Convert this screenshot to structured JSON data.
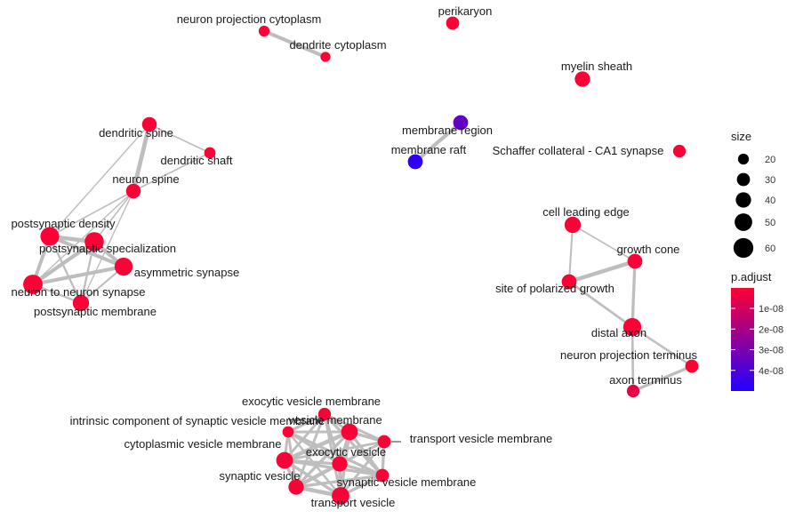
{
  "network": {
    "nodes": [
      {
        "id": "neuron_projection_cytoplasm",
        "label": "neuron projection cytoplasm",
        "size": 20,
        "p_adjust": 5e-10
      },
      {
        "id": "dendrite_cytoplasm",
        "label": "dendrite cytoplasm",
        "size": 16,
        "p_adjust": 5e-10
      },
      {
        "id": "perikaryon",
        "label": "perikaryon",
        "size": 30,
        "p_adjust": 5e-10
      },
      {
        "id": "myelin_sheath",
        "label": "myelin sheath",
        "size": 40,
        "p_adjust": 5e-10
      },
      {
        "id": "dendritic_spine",
        "label": "dendritic spine",
        "size": 37,
        "p_adjust": 5e-10
      },
      {
        "id": "dendritic_shaft",
        "label": "dendritic shaft",
        "size": 22,
        "p_adjust": 5e-10
      },
      {
        "id": "neuron_spine",
        "label": "neuron spine",
        "size": 37,
        "p_adjust": 5e-10
      },
      {
        "id": "membrane_region",
        "label": "membrane region",
        "size": 38,
        "p_adjust": 3.5e-08
      },
      {
        "id": "membrane_raft",
        "label": "membrane raft",
        "size": 38,
        "p_adjust": 4.7e-08
      },
      {
        "id": "schaffer_collateral",
        "label": "Schaffer collateral - CA1 synapse",
        "size": 28,
        "p_adjust": 5e-10
      },
      {
        "id": "postsynaptic_density",
        "label": "postsynaptic density",
        "size": 55,
        "p_adjust": 5e-10
      },
      {
        "id": "postsynaptic_specialization",
        "label": "postsynaptic specialization",
        "size": 57,
        "p_adjust": 5e-10
      },
      {
        "id": "asymmetric_synapse",
        "label": "asymmetric synapse",
        "size": 52,
        "p_adjust": 5e-10
      },
      {
        "id": "neuron_to_neuron_synapse",
        "label": "neuron to neuron synapse",
        "size": 58,
        "p_adjust": 5e-10
      },
      {
        "id": "postsynaptic_membrane",
        "label": "postsynaptic membrane",
        "size": 44,
        "p_adjust": 5e-10
      },
      {
        "id": "cell_leading_edge",
        "label": "cell leading edge",
        "size": 44,
        "p_adjust": 5e-10
      },
      {
        "id": "growth_cone",
        "label": "growth cone",
        "size": 38,
        "p_adjust": 5e-10
      },
      {
        "id": "site_of_polarized_growth",
        "label": "site of polarized growth",
        "size": 38,
        "p_adjust": 5e-10
      },
      {
        "id": "distal_axon",
        "label": "distal axon",
        "size": 52,
        "p_adjust": 5e-10
      },
      {
        "id": "neuron_projection_terminus",
        "label": "neuron projection terminus",
        "size": 30,
        "p_adjust": 5e-10
      },
      {
        "id": "axon_terminus",
        "label": "axon terminus",
        "size": 28,
        "p_adjust": 5e-09
      },
      {
        "id": "exocytic_vesicle_membrane",
        "label": "exocytic vesicle membrane",
        "size": 28,
        "p_adjust": 5e-10
      },
      {
        "id": "intrinsic_component_svm",
        "label": "intrinsic component of synaptic vesicle membrane",
        "size": 22,
        "p_adjust": 5e-10
      },
      {
        "id": "vesicle_membrane",
        "label": "vesicle membrane",
        "size": 46,
        "p_adjust": 5e-10
      },
      {
        "id": "transport_vesicle_membrane",
        "label": "transport vesicle membrane",
        "size": 30,
        "p_adjust": 5e-10
      },
      {
        "id": "cytoplasmic_vesicle_membrane",
        "label": "cytoplasmic vesicle membrane",
        "size": 46,
        "p_adjust": 5e-10
      },
      {
        "id": "exocytic_vesicle",
        "label": "exocytic vesicle",
        "size": 40,
        "p_adjust": 5e-10
      },
      {
        "id": "synaptic_vesicle",
        "label": "synaptic vesicle",
        "size": 40,
        "p_adjust": 5e-10
      },
      {
        "id": "synaptic_vesicle_membrane",
        "label": "synaptic vesicle membrane",
        "size": 30,
        "p_adjust": 5e-10
      },
      {
        "id": "transport_vesicle",
        "label": "transport vesicle",
        "size": 50,
        "p_adjust": 5e-10
      }
    ],
    "edges": [
      {
        "source": "neuron_projection_cytoplasm",
        "target": "dendrite_cytoplasm",
        "weight": 0.8
      },
      {
        "source": "membrane_region",
        "target": "membrane_raft",
        "weight": 0.8
      },
      {
        "source": "dendritic_spine",
        "target": "neuron_spine",
        "weight": 0.95
      },
      {
        "source": "dendritic_spine",
        "target": "dendritic_shaft",
        "weight": 0.2
      },
      {
        "source": "neuron_spine",
        "target": "dendritic_shaft",
        "weight": 0.2
      },
      {
        "source": "dendritic_spine",
        "target": "postsynaptic_density",
        "weight": 0.15
      },
      {
        "source": "neuron_spine",
        "target": "postsynaptic_density",
        "weight": 0.2
      },
      {
        "source": "neuron_spine",
        "target": "postsynaptic_specialization",
        "weight": 0.2
      },
      {
        "source": "neuron_spine",
        "target": "neuron_to_neuron_synapse",
        "weight": 0.15
      },
      {
        "source": "neuron_spine",
        "target": "postsynaptic_membrane",
        "weight": 0.15
      },
      {
        "source": "postsynaptic_density",
        "target": "postsynaptic_specialization",
        "weight": 0.9
      },
      {
        "source": "postsynaptic_density",
        "target": "asymmetric_synapse",
        "weight": 0.8
      },
      {
        "source": "postsynaptic_density",
        "target": "neuron_to_neuron_synapse",
        "weight": 0.75
      },
      {
        "source": "postsynaptic_density",
        "target": "postsynaptic_membrane",
        "weight": 0.35
      },
      {
        "source": "postsynaptic_specialization",
        "target": "asymmetric_synapse",
        "weight": 0.8
      },
      {
        "source": "postsynaptic_specialization",
        "target": "neuron_to_neuron_synapse",
        "weight": 0.8
      },
      {
        "source": "postsynaptic_specialization",
        "target": "postsynaptic_membrane",
        "weight": 0.35
      },
      {
        "source": "asymmetric_synapse",
        "target": "neuron_to_neuron_synapse",
        "weight": 0.8
      },
      {
        "source": "asymmetric_synapse",
        "target": "postsynaptic_membrane",
        "weight": 0.3
      },
      {
        "source": "neuron_to_neuron_synapse",
        "target": "postsynaptic_membrane",
        "weight": 0.35
      },
      {
        "source": "cell_leading_edge",
        "target": "growth_cone",
        "weight": 0.2
      },
      {
        "source": "cell_leading_edge",
        "target": "site_of_polarized_growth",
        "weight": 0.3
      },
      {
        "source": "growth_cone",
        "target": "site_of_polarized_growth",
        "weight": 0.9
      },
      {
        "source": "growth_cone",
        "target": "distal_axon",
        "weight": 0.6
      },
      {
        "source": "site_of_polarized_growth",
        "target": "distal_axon",
        "weight": 0.45
      },
      {
        "source": "distal_axon",
        "target": "neuron_projection_terminus",
        "weight": 0.4
      },
      {
        "source": "distal_axon",
        "target": "axon_terminus",
        "weight": 0.45
      },
      {
        "source": "neuron_projection_terminus",
        "target": "axon_terminus",
        "weight": 0.6
      },
      {
        "source": "exocytic_vesicle_membrane",
        "target": "intrinsic_component_svm",
        "weight": 0.6
      },
      {
        "source": "exocytic_vesicle_membrane",
        "target": "vesicle_membrane",
        "weight": 0.5
      },
      {
        "source": "exocytic_vesicle_membrane",
        "target": "cytoplasmic_vesicle_membrane",
        "weight": 0.5
      },
      {
        "source": "exocytic_vesicle_membrane",
        "target": "exocytic_vesicle",
        "weight": 0.6
      },
      {
        "source": "exocytic_vesicle_membrane",
        "target": "synaptic_vesicle",
        "weight": 0.5
      },
      {
        "source": "exocytic_vesicle_membrane",
        "target": "synaptic_vesicle_membrane",
        "weight": 0.6
      },
      {
        "source": "exocytic_vesicle_membrane",
        "target": "transport_vesicle",
        "weight": 0.5
      },
      {
        "source": "exocytic_vesicle_membrane",
        "target": "transport_vesicle_membrane",
        "weight": 0.5
      },
      {
        "source": "intrinsic_component_svm",
        "target": "vesicle_membrane",
        "weight": 0.5
      },
      {
        "source": "intrinsic_component_svm",
        "target": "cytoplasmic_vesicle_membrane",
        "weight": 0.5
      },
      {
        "source": "intrinsic_component_svm",
        "target": "exocytic_vesicle",
        "weight": 0.5
      },
      {
        "source": "intrinsic_component_svm",
        "target": "synaptic_vesicle",
        "weight": 0.5
      },
      {
        "source": "intrinsic_component_svm",
        "target": "synaptic_vesicle_membrane",
        "weight": 0.6
      },
      {
        "source": "intrinsic_component_svm",
        "target": "transport_vesicle",
        "weight": 0.4
      },
      {
        "source": "vesicle_membrane",
        "target": "cytoplasmic_vesicle_membrane",
        "weight": 0.9
      },
      {
        "source": "vesicle_membrane",
        "target": "exocytic_vesicle",
        "weight": 0.6
      },
      {
        "source": "vesicle_membrane",
        "target": "synaptic_vesicle",
        "weight": 0.6
      },
      {
        "source": "vesicle_membrane",
        "target": "synaptic_vesicle_membrane",
        "weight": 0.6
      },
      {
        "source": "vesicle_membrane",
        "target": "transport_vesicle",
        "weight": 0.6
      },
      {
        "source": "vesicle_membrane",
        "target": "transport_vesicle_membrane",
        "weight": 0.6
      },
      {
        "source": "transport_vesicle_membrane",
        "target": "exocytic_vesicle",
        "weight": 0.5
      },
      {
        "source": "transport_vesicle_membrane",
        "target": "synaptic_vesicle_membrane",
        "weight": 0.6
      },
      {
        "source": "transport_vesicle_membrane",
        "target": "cytoplasmic_vesicle_membrane",
        "weight": 0.5
      },
      {
        "source": "transport_vesicle_membrane",
        "target": "transport_vesicle",
        "weight": 0.5
      },
      {
        "source": "cytoplasmic_vesicle_membrane",
        "target": "exocytic_vesicle",
        "weight": 0.6
      },
      {
        "source": "cytoplasmic_vesicle_membrane",
        "target": "synaptic_vesicle",
        "weight": 0.6
      },
      {
        "source": "cytoplasmic_vesicle_membrane",
        "target": "synaptic_vesicle_membrane",
        "weight": 0.6
      },
      {
        "source": "cytoplasmic_vesicle_membrane",
        "target": "transport_vesicle",
        "weight": 0.6
      },
      {
        "source": "exocytic_vesicle",
        "target": "synaptic_vesicle",
        "weight": 0.8
      },
      {
        "source": "exocytic_vesicle",
        "target": "synaptic_vesicle_membrane",
        "weight": 0.6
      },
      {
        "source": "exocytic_vesicle",
        "target": "transport_vesicle",
        "weight": 0.8
      },
      {
        "source": "synaptic_vesicle",
        "target": "synaptic_vesicle_membrane",
        "weight": 0.6
      },
      {
        "source": "synaptic_vesicle",
        "target": "transport_vesicle",
        "weight": 0.9
      },
      {
        "source": "synaptic_vesicle_membrane",
        "target": "transport_vesicle",
        "weight": 0.6
      }
    ]
  },
  "legend": {
    "size_title": "size",
    "size_values": [
      "20",
      "30",
      "40",
      "50",
      "60"
    ],
    "color_title": "p.adjust",
    "color_values": [
      "1e-08",
      "2e-08",
      "3e-08",
      "4e-08"
    ],
    "color_scale": {
      "low_color": "#FF0033",
      "high_color": "#2200FF",
      "min": 1e-10,
      "max": 5e-08
    }
  },
  "colors": {
    "edge": "#BEBEBE",
    "label": "#1A1A1A"
  }
}
